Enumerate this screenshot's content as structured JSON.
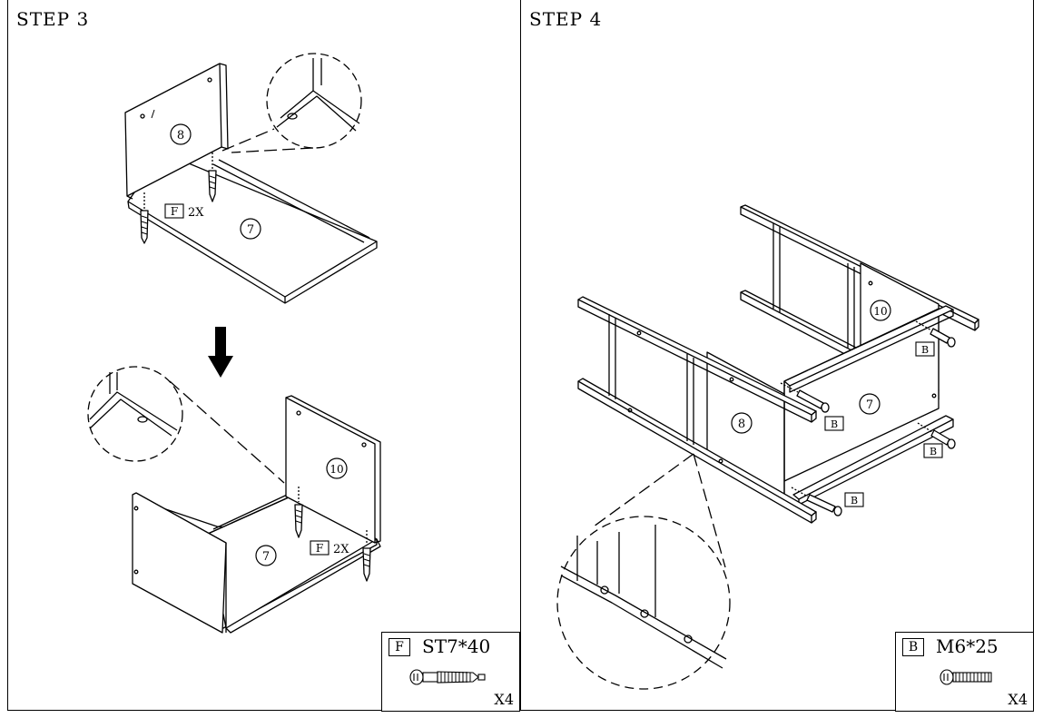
{
  "steps": [
    {
      "title": "STEP 3",
      "callouts": {
        "part_a": "8",
        "part_b": "7",
        "part_c": "10",
        "part_d": "7"
      },
      "fastener_tags": [
        {
          "code": "F",
          "qty": "2X"
        },
        {
          "code": "F",
          "qty": "2X"
        }
      ],
      "hardware": {
        "code": "F",
        "spec": "ST7*40",
        "qty": "X4",
        "icon": "screw-icon"
      }
    },
    {
      "title": "STEP 4",
      "callouts": {
        "part_a": "10",
        "part_b": "7",
        "part_c": "8"
      },
      "fastener_tags": [
        "B",
        "B",
        "B",
        "B"
      ],
      "hardware": {
        "code": "B",
        "spec": "M6*25",
        "qty": "X4",
        "icon": "bolt-icon"
      }
    }
  ]
}
